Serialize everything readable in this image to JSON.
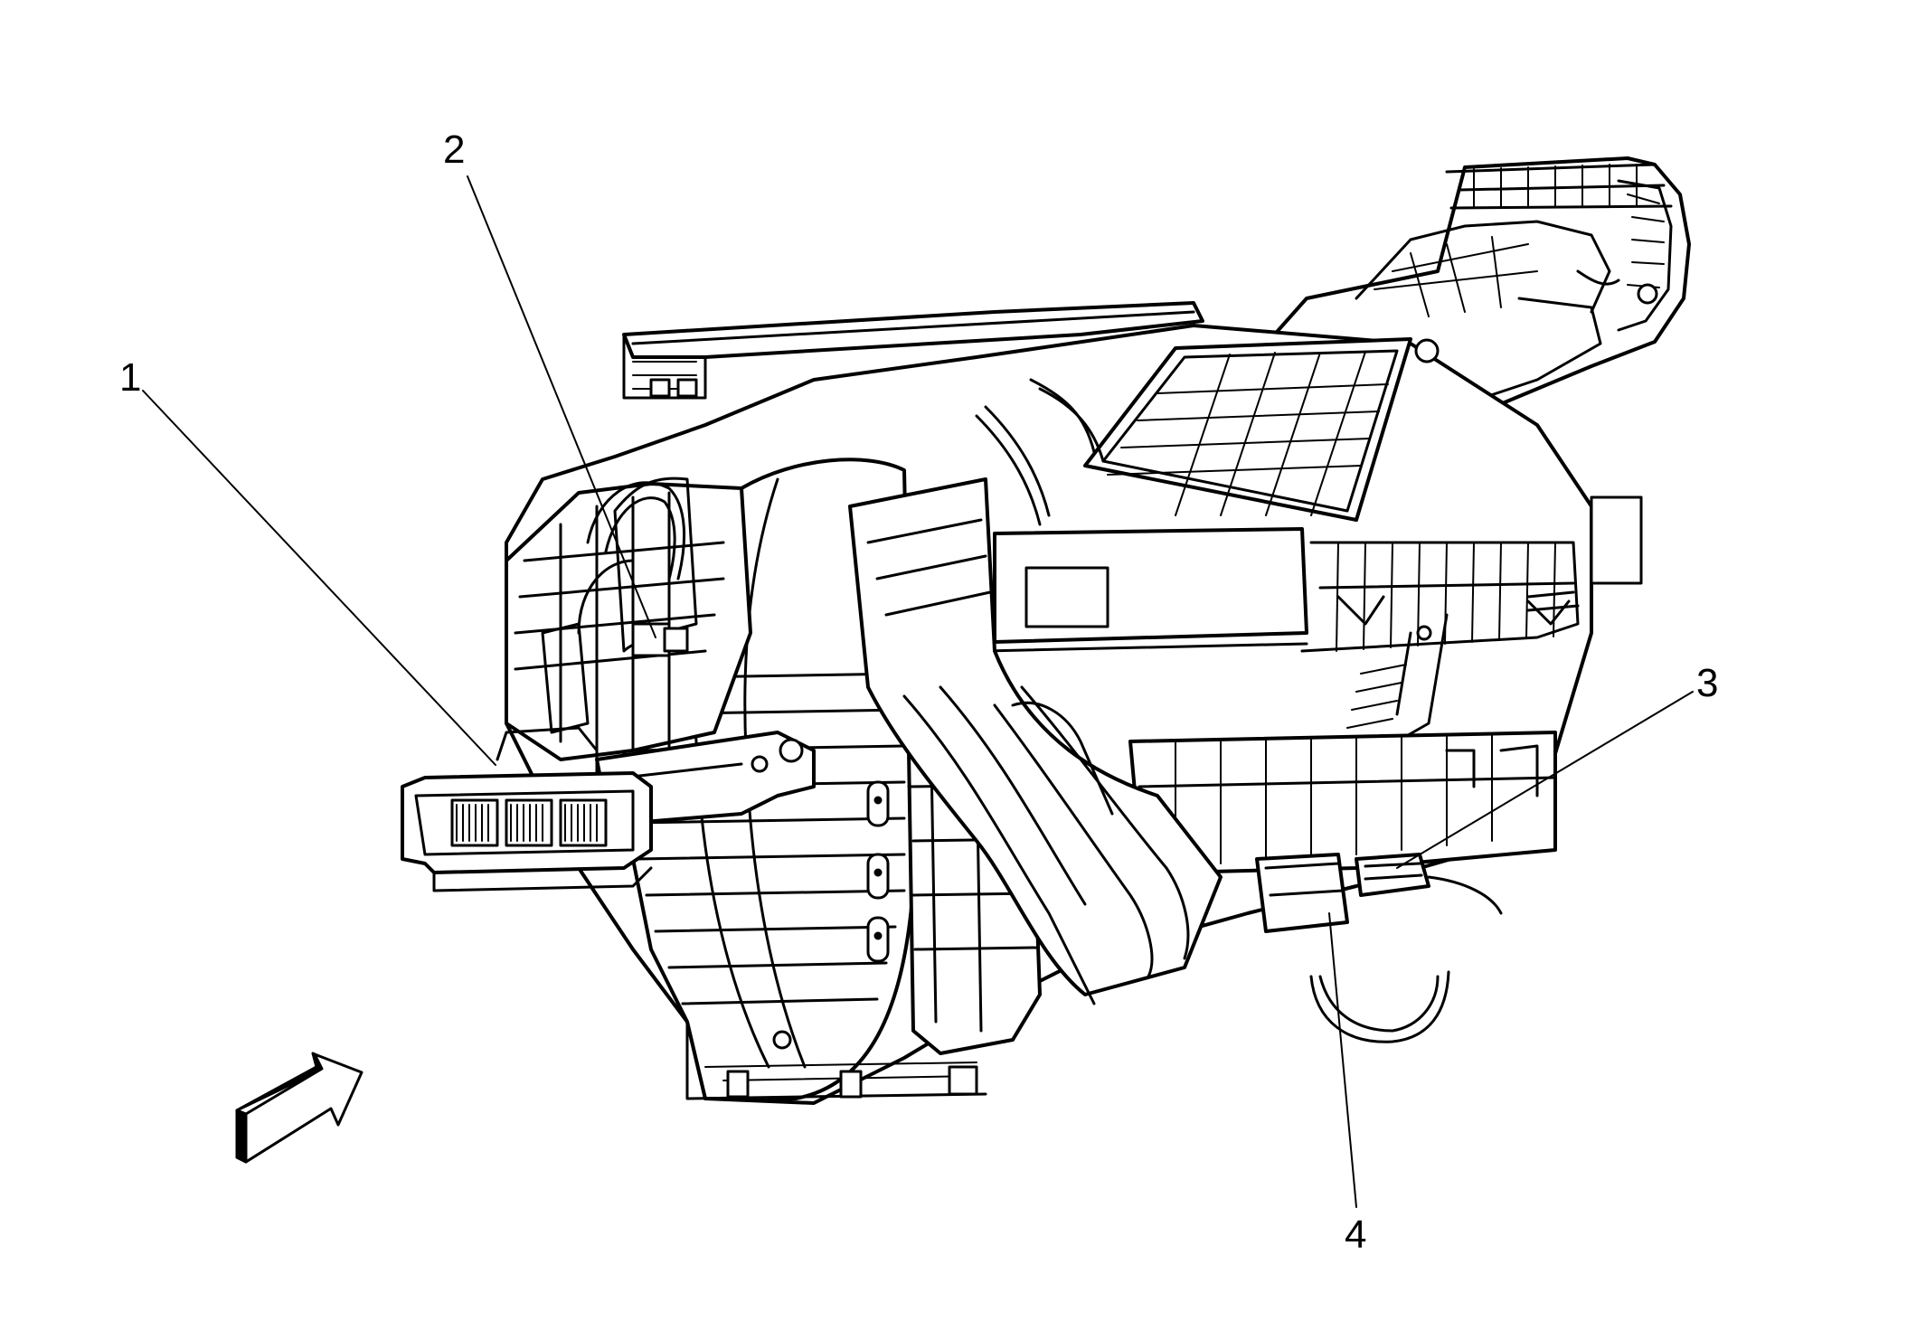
{
  "callouts": [
    {
      "id": "1",
      "label": "1"
    },
    {
      "id": "2",
      "label": "2"
    },
    {
      "id": "3",
      "label": "3"
    },
    {
      "id": "4",
      "label": "4"
    }
  ],
  "colors": {
    "line": "#000000",
    "background": "#ffffff"
  },
  "icons": {
    "view_direction": "view-direction-arrow-icon"
  }
}
